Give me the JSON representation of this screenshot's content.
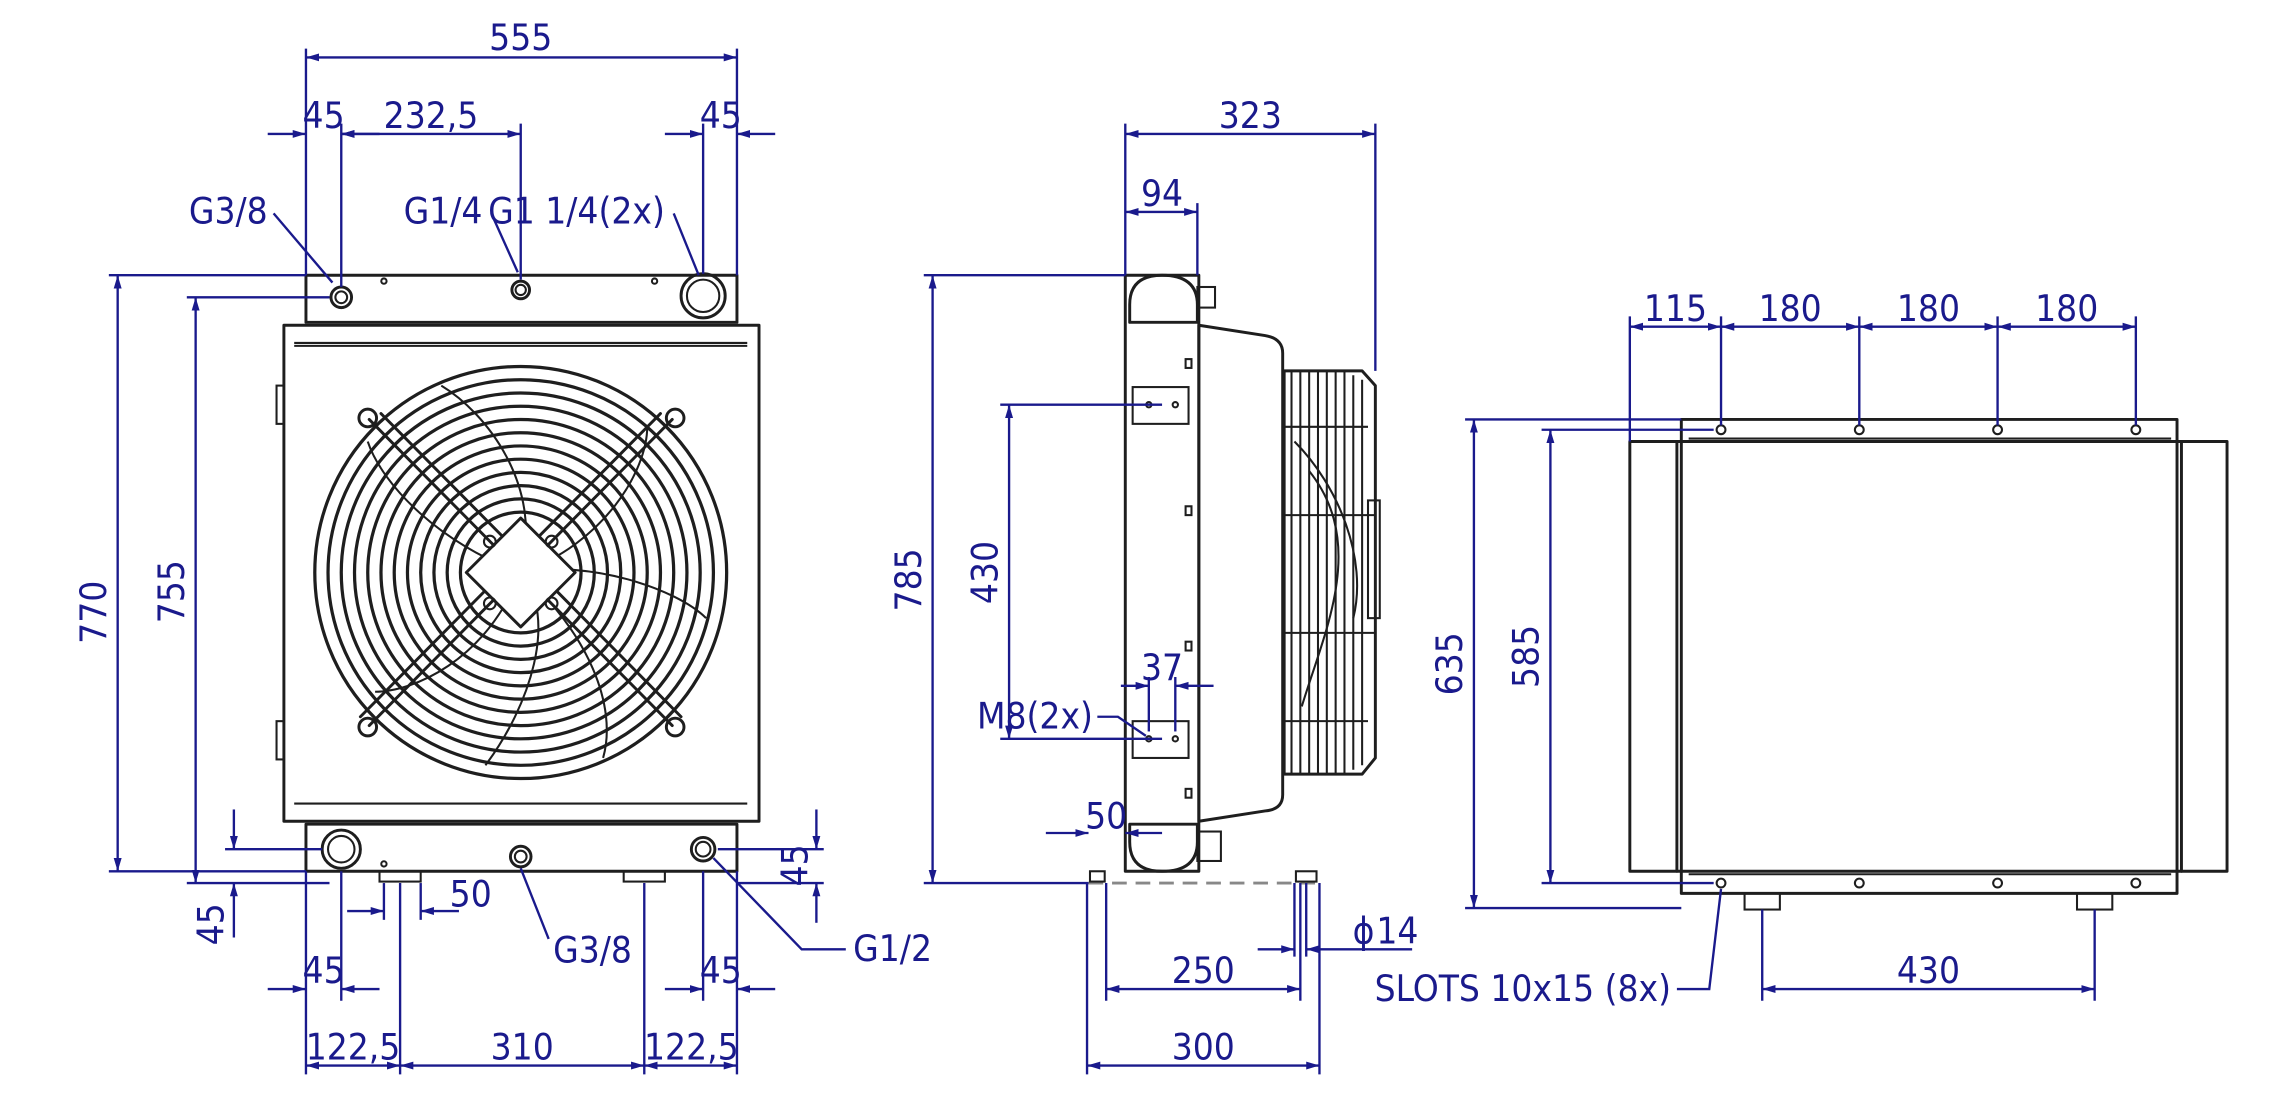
{
  "front_view": {
    "dims": {
      "overall_width": "555",
      "left_offset": "45",
      "port_spacing": "232,5",
      "right_offset": "45",
      "height_total": "770",
      "height_inner": "755",
      "bottom_offset_left": "45",
      "bottom_offset_right": "45",
      "foot_width": "50",
      "bottom_left_45": "45",
      "bottom_right_45": "45",
      "base_left": "122,5",
      "base_middle": "310",
      "base_right": "122,5"
    },
    "callouts": {
      "port_g38_top": "G3/8",
      "port_g14_top": "G1/4",
      "port_g114": "G1 1/4(2x)",
      "port_g38_bottom": "G3/8",
      "port_g12": "G1/2"
    }
  },
  "side_view": {
    "dims": {
      "depth": "323",
      "frame_depth": "94",
      "height": "785",
      "mount_spacing": "430",
      "mount_slot": "37",
      "foot_offset": "50",
      "foot_spacing": "250",
      "base_length": "300",
      "hole_diameter": "14",
      "diameter_symbol": "ϕ"
    },
    "callouts": {
      "mount_thread": "M8(2x)"
    }
  },
  "top_view": {
    "dims": {
      "edge_offset": "115",
      "pitch_1": "180",
      "pitch_2": "180",
      "pitch_3": "180",
      "outer_depth": "635",
      "inner_depth": "585",
      "slot_spacing": "430"
    },
    "callouts": {
      "slots": "SLOTS 10x15 (8x)"
    }
  }
}
